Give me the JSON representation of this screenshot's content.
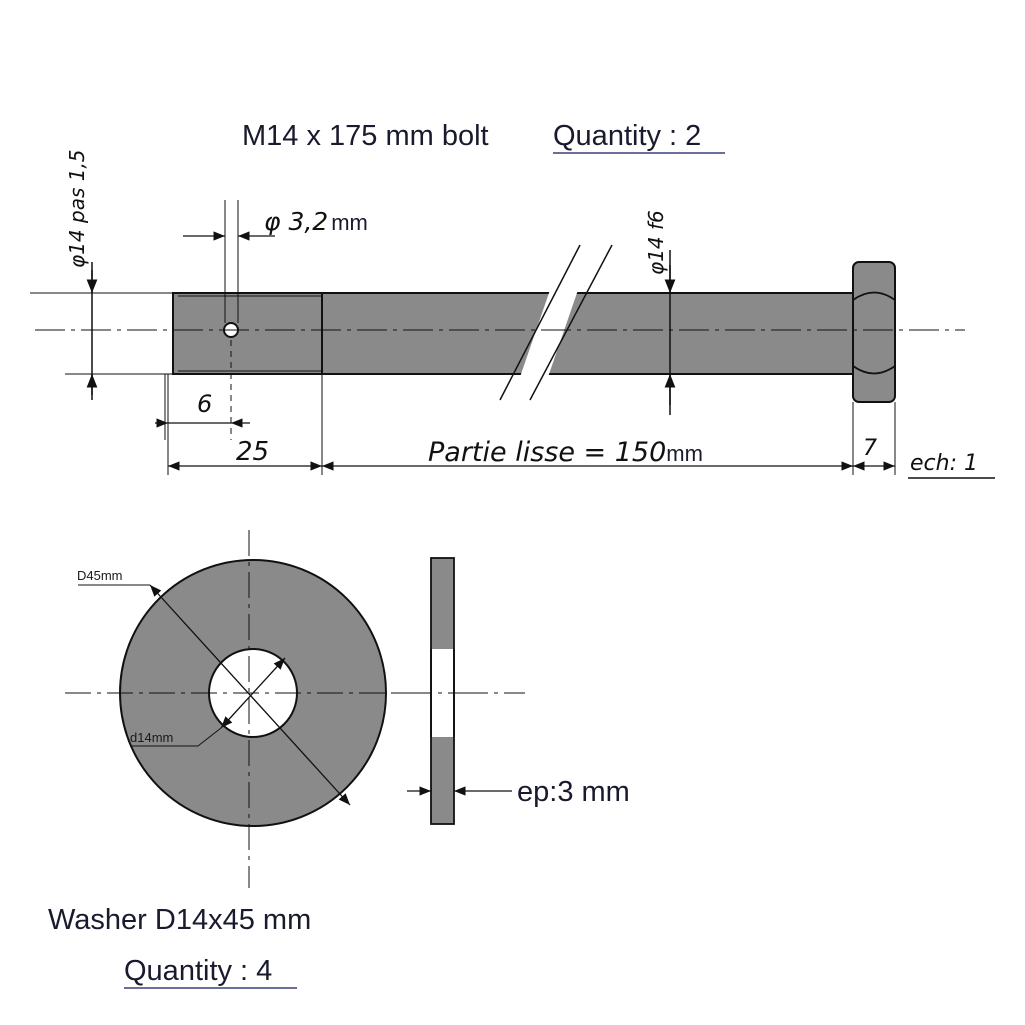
{
  "bolt": {
    "title": "M14 x 175 mm bolt",
    "quantity": "Quantity : 2",
    "thread_dim": "φ14 pas 1,5",
    "shank_dim": "φ14 f6",
    "hole_dim": "φ 3,2",
    "hole_unit": "mm",
    "hole_offset": "6",
    "thread_length": "25",
    "smooth_length": "Partie lisse = 150",
    "smooth_unit": "mm",
    "head_height": "7",
    "scale": "ech: 1"
  },
  "washer": {
    "title": "Washer D14x45 mm",
    "quantity": "Quantity : 4",
    "outer_dim": "D45mm",
    "inner_dim": "d14mm",
    "thickness": "ep:3 mm"
  },
  "colors": {
    "metal": "#8a8a8a",
    "ink": "#111111",
    "text": "#1a1a2e",
    "underline": "#3a3f7a"
  }
}
